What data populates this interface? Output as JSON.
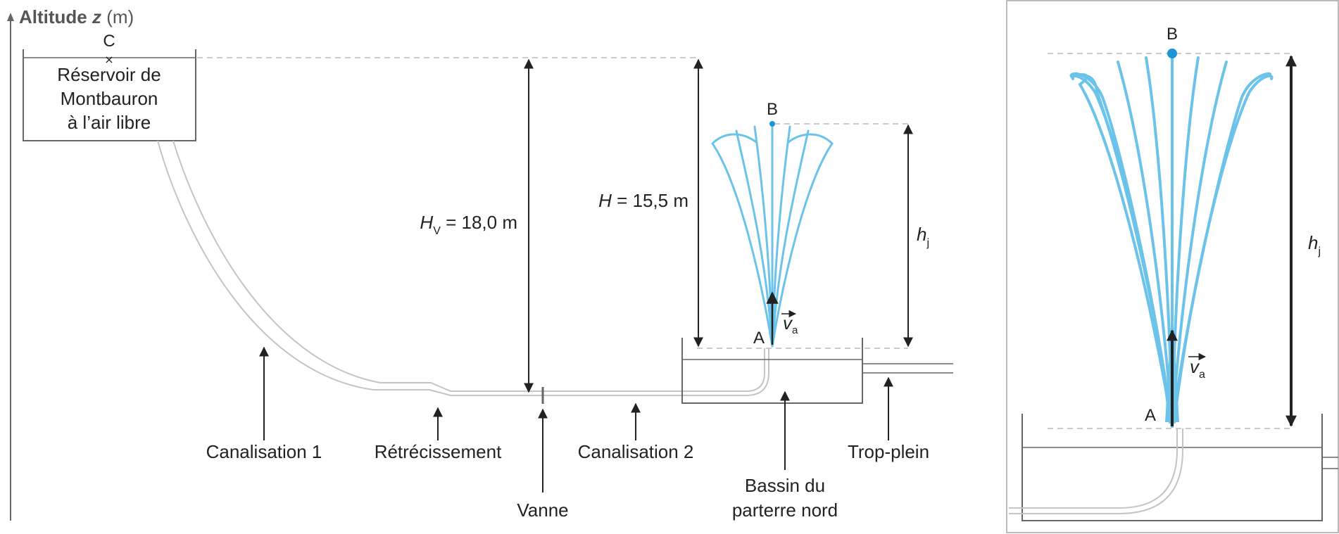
{
  "axis": {
    "label_prefix": "Altitude ",
    "label_var": "z",
    "label_unit": " (m)"
  },
  "reservoir": {
    "point": "C",
    "lines": [
      "Réservoir de",
      "Montbauron",
      "à l’air libre"
    ]
  },
  "dimensions": {
    "hv_symbol": "H",
    "hv_sub": "V",
    "hv_value": " = 18,0 m",
    "h_symbol": "H",
    "h_value": " = 15,5 m",
    "hj_symbol": "h",
    "hj_sub": "j"
  },
  "points": {
    "a": "A",
    "b": "B",
    "va_symbol": "v",
    "va_sub": "a"
  },
  "labels": {
    "canalisation1": "Canalisation 1",
    "retrecissement": "Rétrécissement",
    "canalisation2": "Canalisation 2",
    "vanne": "Vanne",
    "bassin_l1": "Bassin du",
    "bassin_l2": "parterre nord",
    "trop_plein": "Trop-plein"
  },
  "colors": {
    "water": "#6cc3ea",
    "water_point": "#1a96d6",
    "pipe": "#c4c4c4",
    "structure": "#666666",
    "dash": "#cccccc",
    "arrow": "#222222"
  }
}
